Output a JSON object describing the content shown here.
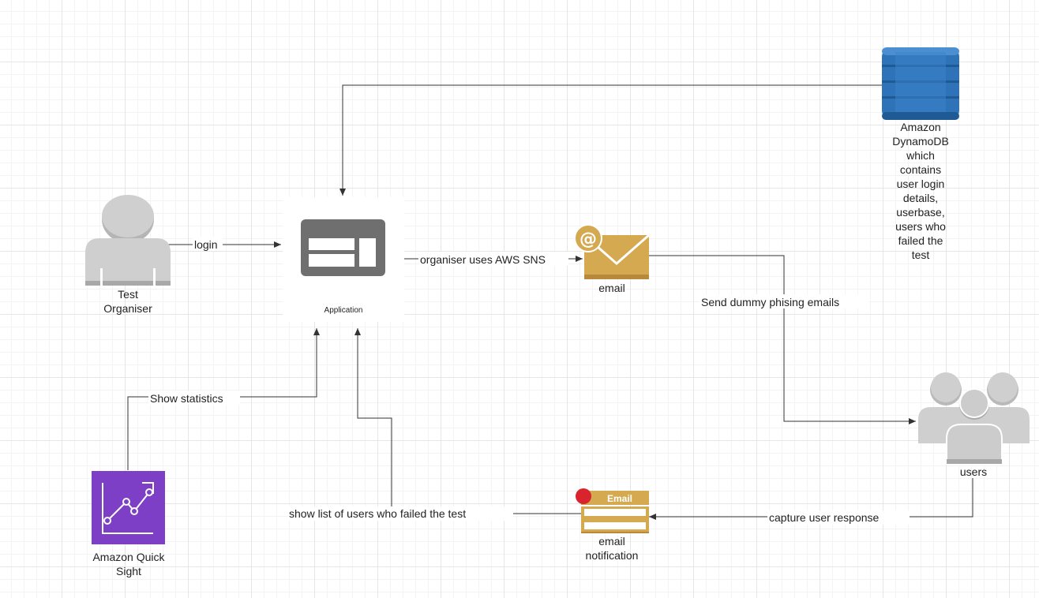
{
  "nodes": {
    "organiser": {
      "label_lines": [
        "Test",
        "Organiser"
      ]
    },
    "application": {
      "label": "Application"
    },
    "email": {
      "label": "email",
      "icon": "at-sign"
    },
    "dynamodb": {
      "label_lines": [
        "Amazon",
        "DynamoDB",
        "which",
        "contains",
        "user login",
        "details,",
        "userbase,",
        "users who",
        "failed the",
        "test"
      ]
    },
    "users": {
      "label": "users"
    },
    "quicksight": {
      "label_lines": [
        "Amazon Quick",
        "Sight"
      ]
    },
    "notification": {
      "label_lines": [
        "email",
        "notification"
      ],
      "header": "Email"
    }
  },
  "edges": {
    "login": "login",
    "sns": "organiser uses AWS SNS",
    "phishing": "Send dummy phising emails",
    "statistics": "Show statistics",
    "failed_list": "show list of users who failed the test",
    "capture": "capture user response"
  },
  "colors": {
    "person_gray": "#cfcfcf",
    "app_gray": "#6f6f6f",
    "email_gold": "#d4a94f",
    "dynamo_blue": "#2e73b8",
    "quicksight_purple": "#7d3fc6",
    "notification_red": "#d9232d"
  }
}
